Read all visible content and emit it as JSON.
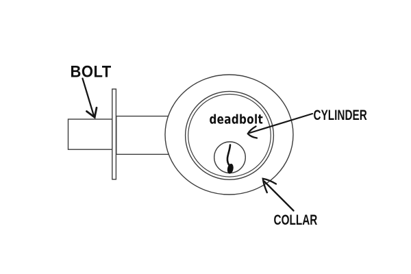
{
  "page": {
    "background": "#ffffff"
  },
  "diagram": {
    "line_color": "#3d3d3d",
    "arrow_color": "#161616",
    "text_color": "#101010",
    "labels": {
      "bolt": "BOLT",
      "cylinder": "CYLINDER",
      "collar": "COLLAR",
      "deadbolt": "deadbolt"
    }
  }
}
